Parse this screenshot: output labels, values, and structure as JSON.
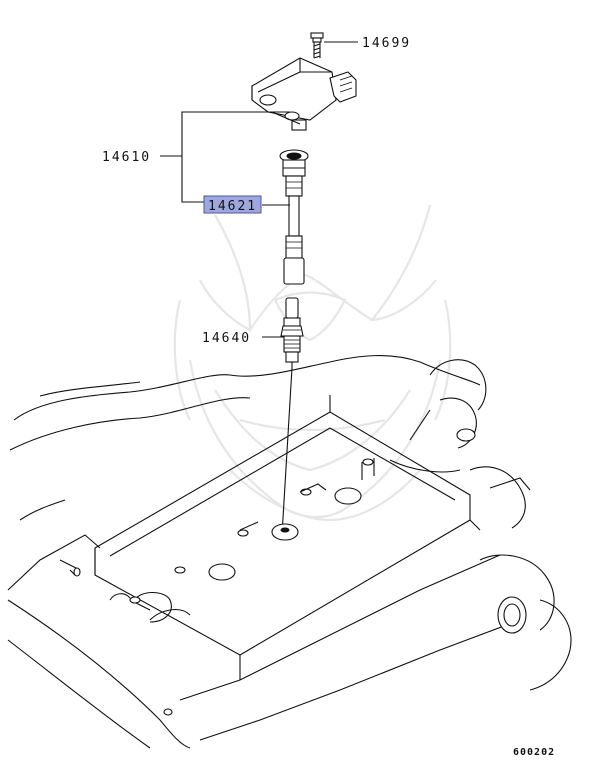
{
  "callouts": {
    "bolt": "14699",
    "coil_assembly": "14610",
    "coil_selected": "14621",
    "spark_plug": "14640"
  },
  "figure_id": "600202",
  "colors": {
    "highlight_fill": "#9ea8de",
    "highlight_border": "#4a57a6",
    "line": "#111111",
    "watermark": "#e6e6e6"
  }
}
